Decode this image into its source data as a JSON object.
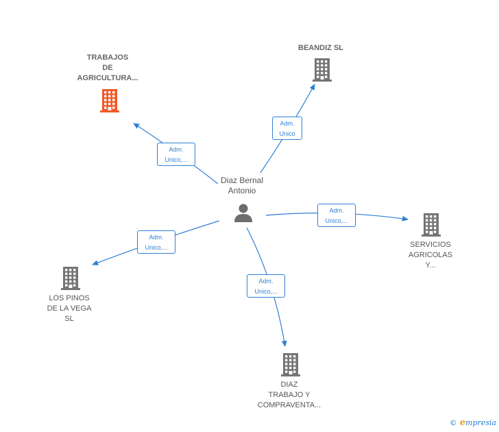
{
  "center": {
    "name_line1": "Diaz Bernal",
    "name_line2": "Antonio",
    "icon": "person-icon"
  },
  "companies": {
    "trabajos": {
      "line1": "TRABAJOS",
      "line2": "DE",
      "line3": "AGRICULTURA...",
      "icon": "building-icon",
      "color": "#f05a28"
    },
    "beandiz": {
      "line1": "BEANDIZ SL",
      "icon": "building-icon",
      "color": "#757575"
    },
    "servicios": {
      "line1": "SERVICIOS",
      "line2": "AGRICOLAS",
      "line3": "Y...",
      "icon": "building-icon",
      "color": "#757575"
    },
    "lospinos": {
      "line1": "LOS PINOS",
      "line2": "DE LA VEGA",
      "line3": "SL",
      "icon": "building-icon",
      "color": "#757575"
    },
    "diaz": {
      "line1": "DIAZ",
      "line2": "TRABAJO Y",
      "line3": "COMPRAVENTA...",
      "icon": "building-icon",
      "color": "#757575"
    }
  },
  "edges": {
    "trabajos": {
      "line1": "Adm.",
      "line2": "Unico,..."
    },
    "beandiz": {
      "line1": "Adm.",
      "line2": "Unico"
    },
    "servicios": {
      "line1": "Adm.",
      "line2": "Unico,..."
    },
    "lospinos": {
      "line1": "Adm.",
      "line2": "Unico,..."
    },
    "diaz": {
      "line1": "Adm.",
      "line2": "Unico,..."
    }
  },
  "colors": {
    "edge": "#2f7fd4",
    "highlight": "#f05a28",
    "node": "#757575"
  },
  "footer": {
    "copyright": "©",
    "brand_initial": "e",
    "brand_rest": "mpresia"
  }
}
